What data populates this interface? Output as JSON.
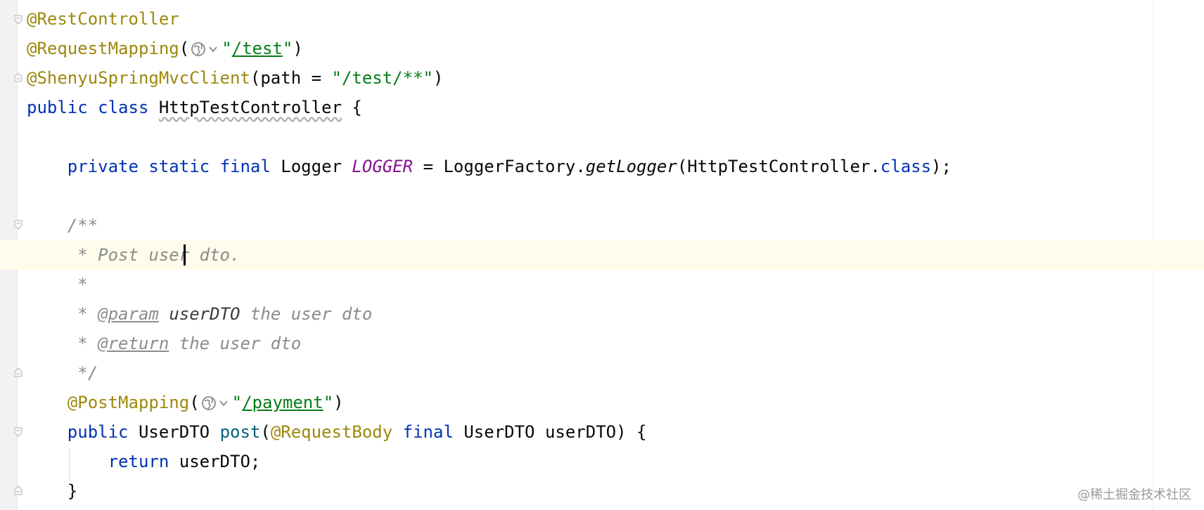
{
  "editor": {
    "lines": {
      "l1": {
        "ann": "@RestController"
      },
      "l2": {
        "ann": "@RequestMapping",
        "open": "(",
        "q1": "\"",
        "url": "/test",
        "q2": "\"",
        "close": ")"
      },
      "l3": {
        "ann": "@ShenyuSpringMvcClient",
        "rest1": "(path = ",
        "str": "\"/test/**\"",
        "rest2": ")"
      },
      "l4": {
        "kw1": "public",
        "kw2": "class",
        "name": "HttpTestController",
        "brace": " {"
      },
      "l6": {
        "kw1": "private",
        "kw2": "static",
        "kw3": "final",
        "type": "Logger",
        "const": "LOGGER",
        "mid": " = LoggerFactory.",
        "method": "getLogger",
        "arg": "(HttpTestController.",
        "kwclass": "class",
        "end": ");"
      },
      "l8": {
        "text": "/**"
      },
      "l9": {
        "text": " * Post user dto."
      },
      "l10": {
        "text": " *"
      },
      "l11": {
        "star": " * ",
        "tag": "@param",
        "sp": " ",
        "val": "userDTO",
        "rest": " the user dto"
      },
      "l12": {
        "star": " * ",
        "tag": "@return",
        "rest": " the user dto"
      },
      "l13": {
        "text": " */"
      },
      "l14": {
        "ann": "@PostMapping",
        "open": "(",
        "q1": "\"",
        "url": "/payment",
        "q2": "\"",
        "close": ")"
      },
      "l15": {
        "kw1": "public",
        "type": "UserDTO",
        "method": "post",
        "open": "(",
        "ann": "@RequestBody",
        "kw2": "final",
        "rest": " UserDTO userDTO) {"
      },
      "l16": {
        "kw": "return",
        "rest": " userDTO;"
      },
      "l17": {
        "text": "}"
      }
    }
  },
  "watermark": "@稀土掘金技术社区",
  "colors": {
    "annotation": "#9e880d",
    "keyword": "#0033b3",
    "string": "#067d17",
    "comment": "#8c8c8c",
    "constant": "#871094",
    "method": "#00627a",
    "current_line": "#fefcea"
  }
}
